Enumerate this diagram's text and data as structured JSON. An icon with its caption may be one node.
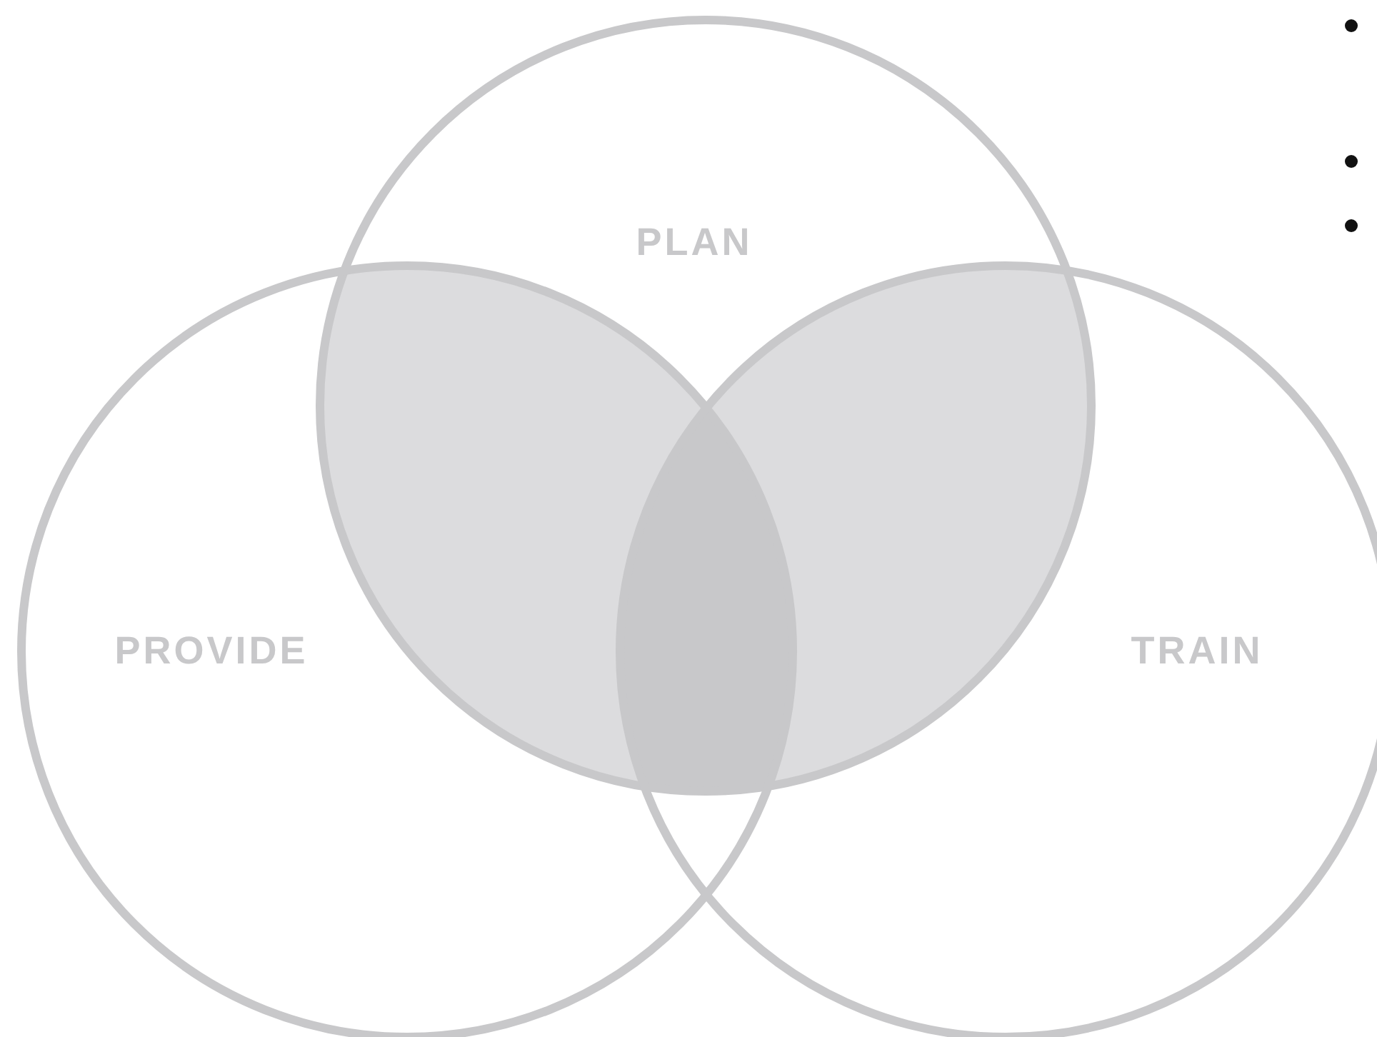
{
  "diagram": {
    "nodes": [
      {
        "text": [
          "PLAN"
        ]
      },
      {
        "text": [
          "PROVIDE"
        ]
      },
      {
        "text": [
          "TRAIN"
        ]
      }
    ],
    "edges": []
  }
}
